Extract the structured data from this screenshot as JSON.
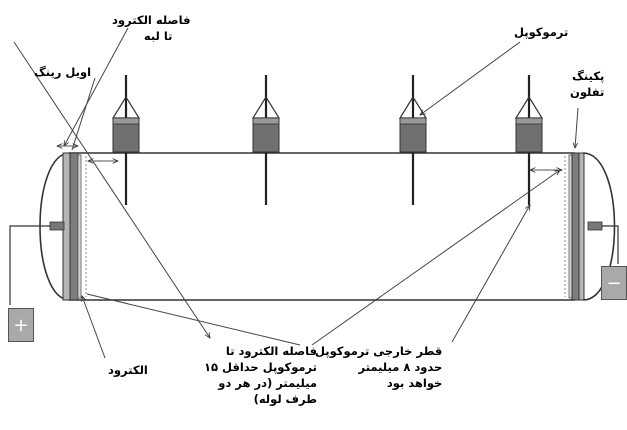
{
  "labels": {
    "electrode_gap": [
      "فاصله الکترود",
      "تا لبه"
    ],
    "o_ring": [
      "اویل رینگ"
    ],
    "thermocouple": [
      "ترموکوپل"
    ],
    "teflon_packing": [
      "پکینگ",
      "تفلون"
    ],
    "electrode": [
      "الکترود"
    ],
    "electrode_to_thermocouple": [
      "فاصله الکترود تا",
      "ترموکوپل حداقل ۱۵",
      "میلیمتر (در هر دو",
      "طرف لوله)"
    ],
    "thermocouple_diameter": [
      "قطر خارجی ترموکوپل",
      "حدود ۸ میلیمتر",
      "خواهد بود"
    ]
  },
  "terminals": {
    "positive": "+",
    "negative": "−"
  },
  "colors": {
    "line": "#333333",
    "electrode": "#8c8c8c",
    "thermocouple_cap": "#707070",
    "terminal": "#a9a9a9"
  },
  "thermocouple_count": 4
}
